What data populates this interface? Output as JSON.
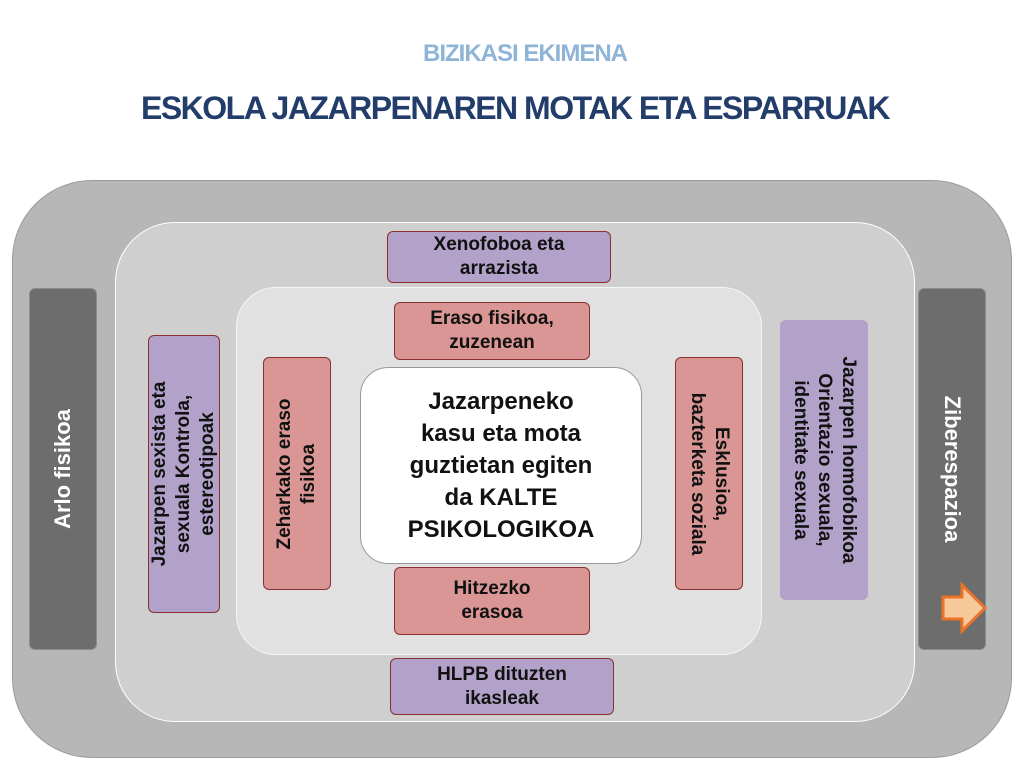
{
  "header": {
    "subtitle": "BIZIKASI EKIMENA",
    "title": "ESKOLA JAZARPENAREN MOTAK ETA ESPARRUAK"
  },
  "spaces": {
    "left": "Arlo fisikoa",
    "right": "Ziberespazioa"
  },
  "middle_ring": {
    "top": {
      "line1": "Xenofoboa eta",
      "line2": "arrazista"
    },
    "bottom": {
      "line1": "HLPB dituzten",
      "line2": "ikasleak"
    },
    "left": {
      "bold_line1": "Jazarpen sexista eta",
      "bold_line2": "sexuala",
      "normal_line2": " Kontrola,",
      "normal_line3": "estereotipoak"
    },
    "right": {
      "bold_line1": "Jazarpen homofobikoa",
      "normal_line2": "Orientazio sexuala,",
      "normal_line3": "identitate sexuala"
    }
  },
  "inner_ring": {
    "top": {
      "line1": "Eraso fisikoa,",
      "line2": "zuzenean"
    },
    "bottom": {
      "line1": "Hitzezko",
      "line2": "erasoa"
    },
    "left": {
      "line1": "Zeharkako eraso",
      "line2": "fisikoa"
    },
    "right": {
      "line1": "Esklusioa,",
      "line2": "bazterketa soziala"
    }
  },
  "center": {
    "line1": "Jazarpeneko",
    "line2": "kasu eta mota",
    "line3": "guztietan egiten",
    "line4": "da KALTE",
    "line5": "PSIKOLOGIKOA"
  },
  "icons": {
    "arrow": "arrow-right-icon",
    "arrow_fill": "#f7c99a",
    "arrow_stroke": "#e8742a"
  }
}
